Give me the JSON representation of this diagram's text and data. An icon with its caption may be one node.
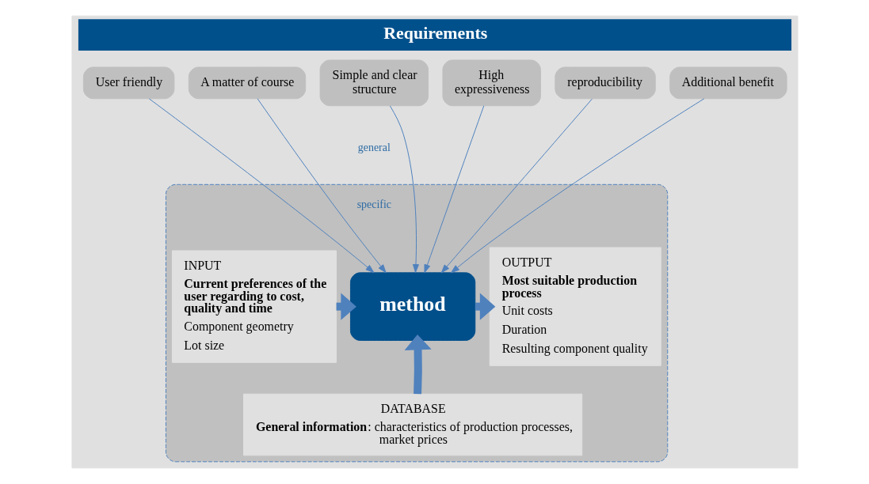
{
  "diagram": {
    "nodes": [
      {
        "text": [
          "Requirements"
        ]
      },
      {
        "text": [
          "User friendly"
        ],
        "in": 0
      },
      {
        "text": [
          "A matter of course"
        ],
        "in": 0
      },
      {
        "text": [
          "Simple and clear structure"
        ],
        "in": 0
      },
      {
        "text": [
          "High expressiveness"
        ],
        "in": 0
      },
      {
        "text": [
          "reproducibility"
        ],
        "in": 0
      },
      {
        "text": [
          "Additional benefit"
        ],
        "in": 0
      },
      {
        "text": [],
        "shape": "ellipse",
        "in": 0
      },
      {
        "text": [
          "INPUT",
          "Current preferences of the user regarding to cost, quality and time",
          "Component geometry",
          "Lot size"
        ],
        "in": 7
      },
      {
        "text": [
          "method"
        ],
        "in": 7
      },
      {
        "text": [
          "OUTPUT",
          "Most suitable production process",
          "Unit costs",
          "Duration",
          "Resulting component quality"
        ],
        "in": 7
      },
      {
        "text": [
          "DATABASE",
          "**General information**: characteristics of production processes, market prices"
        ],
        "in": 7
      }
    ],
    "edges": [
      {
        "from": 1,
        "to": 9,
        "arrow": "to"
      },
      {
        "from": 2,
        "to": 9,
        "arrow": "to"
      },
      {
        "from": 3,
        "to": 9,
        "arrow": "to"
      },
      {
        "from": 4,
        "to": 9,
        "arrow": "to"
      },
      {
        "from": 5,
        "to": 9,
        "arrow": "to"
      },
      {
        "from": 6,
        "to": 9,
        "arrow": "to"
      },
      {
        "from": 8,
        "to": 9,
        "arrow": "to",
        "style": "thick"
      },
      {
        "from": 9,
        "to": 10,
        "arrow": "to",
        "style": "thick"
      },
      {
        "from": 11,
        "to": 9,
        "arrow": "to",
        "style": "thick"
      }
    ],
    "labels": [
      "general",
      "specific"
    ]
  }
}
